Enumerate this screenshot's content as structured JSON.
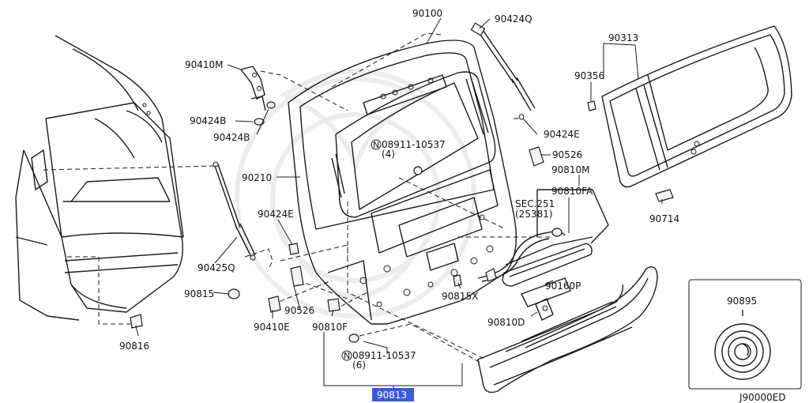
{
  "labels": {
    "p90100": "90100",
    "p90424q": "90424Q",
    "p90313": "90313",
    "p90410m": "90410M",
    "p90356": "90356",
    "p90424b_a": "90424B",
    "p90424b_b": "90424B",
    "p90424e_top": "90424E",
    "n08911_top": "08911-10537",
    "n08911_top_qty": "(4)",
    "p90526_right": "90526",
    "p90810m": "90810M",
    "p90210": "90210",
    "p90810fa": "90810FA",
    "sec251": "SEC.251",
    "sec251_ref": "(25381)",
    "p90714": "90714",
    "p90424e_left": "90424E",
    "p90425q": "90425Q",
    "p90160p": "90160P",
    "p90815": "90815",
    "p90815x": "90815X",
    "p90526_left": "90526",
    "p90410e": "90410E",
    "p90810f": "90810F",
    "p90810d": "90810D",
    "p90895": "90895",
    "p90816": "90816",
    "n08911_bot": "08911-10537",
    "n08911_bot_qty": "(6)",
    "p90813": "90813",
    "diagram_code": "J90000ED",
    "nut_symbol": "N"
  },
  "colors": {
    "line": "#1a1a1a",
    "highlight": "#3a5bd9",
    "highlight_text": "#ffffff",
    "watermark": "#ececec"
  }
}
